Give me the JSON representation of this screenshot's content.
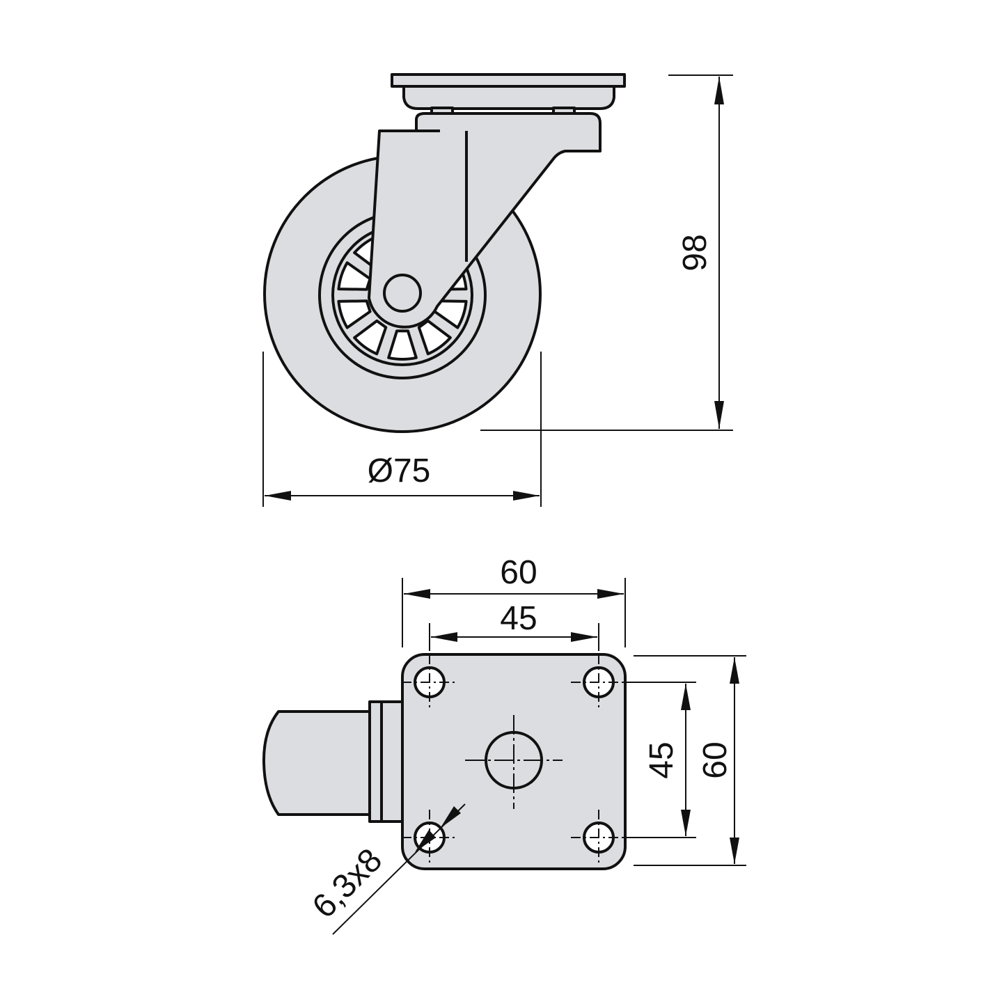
{
  "drawing": {
    "colors": {
      "part_fill": "#dcdde0",
      "line": "#111111"
    },
    "side_view": {
      "wheel_diameter_label": "Ø75",
      "total_height_label": "98"
    },
    "top_view": {
      "plate_width_label": "60",
      "hole_spacing_width_label": "45",
      "hole_spacing_height_label": "45",
      "plate_height_label": "60",
      "slot_size_label": "6,3x8"
    }
  }
}
